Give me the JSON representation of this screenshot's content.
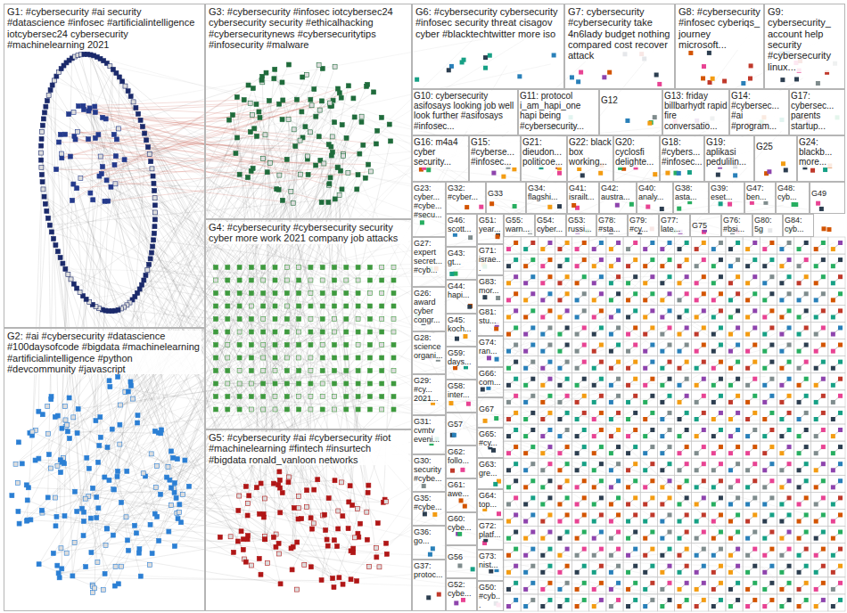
{
  "diagram": {
    "nodes": [
      {
        "text": [
          "G1: #cybersecurity #ai security #datascience #infosec #artificialintelligence iotcybersec24 cybersecurity #machinelearning 2021"
        ]
      },
      {
        "text": [
          "G2: #ai #cybersecurity #datascience #100daysofcode #bigdata #machinelearning #artificialintelligence #python #devcommunity #javascript"
        ]
      },
      {
        "text": [
          "G3: #cybersecurity #infosec iotcybersec24 cybersecurity security #ethicalhacking #cybersecuritynews #cybersecuritytips #infosecurity #malware"
        ]
      },
      {
        "text": [
          "G4: #cybersecurity #cybersecurity security cyber more work 2021 company job attacks"
        ]
      },
      {
        "text": [
          "G5: #cybersecurity #ai #cybersecurity #iot #machinelearning #fintech #insurtech #bigdata ronald_vanloon networks"
        ]
      },
      {
        "text": [
          "G6: #cybersecurity cybersecurity #infosec security threat cisagov cyber #blacktechtwitter more iso"
        ]
      },
      {
        "text": [
          "G7: cybersecurity #cybersecurity take 4n6lady budget nothing compared cost recover attack"
        ]
      },
      {
        "text": [
          "G8: #cybersecurity #infosec cyberiqs_ journey microsoft..."
        ]
      },
      {
        "text": [
          "G9: cybersecurity_ account help security #cybersecurity linux..."
        ]
      },
      {
        "text": [
          "G10: cybersecurity asifosays looking job well look further #asifosays #infosec..."
        ]
      },
      {
        "text": [
          "G11: protocol i_am_hapi_one hapi being #cybersecurity..."
        ]
      },
      {
        "text": [
          "G12"
        ]
      },
      {
        "text": [
          "G13: friday billbarhydt rapid fire conversatio..."
        ]
      },
      {
        "text": [
          "G14: #cybersec... #ai #program..."
        ]
      },
      {
        "text": [
          "G17: cybersec... parents startup..."
        ]
      },
      {
        "text": [
          "G16: m4a4 cyber security..."
        ]
      },
      {
        "text": [
          "G15: #cyberse... #infosec..."
        ]
      },
      {
        "text": [
          "G21: dieudon... politicoe..."
        ]
      },
      {
        "text": [
          "G22: black box working..."
        ]
      },
      {
        "text": [
          "G20: cyclosfi delighte..."
        ]
      },
      {
        "text": [
          "G18: #cybers... #infosec..."
        ]
      },
      {
        "text": [
          "G19: aplikasi pedulilin..."
        ]
      },
      {
        "text": [
          "G25"
        ]
      },
      {
        "text": [
          "G24: blackb... more..."
        ]
      },
      {
        "text": [
          "G23: cyber... #cybe... #secu..."
        ]
      },
      {
        "text": [
          "G32: #cyber..."
        ]
      },
      {
        "text": [
          "G33"
        ]
      },
      {
        "text": [
          "G34: flagshi..."
        ]
      },
      {
        "text": [
          "G41: israilt..."
        ]
      },
      {
        "text": [
          "G42: austra..."
        ]
      },
      {
        "text": [
          "G40: analy..."
        ]
      },
      {
        "text": [
          "G38: asta..."
        ]
      },
      {
        "text": [
          "G39: eset..."
        ]
      },
      {
        "text": [
          "G47: ben..."
        ]
      },
      {
        "text": [
          "G48: cyb..."
        ]
      },
      {
        "text": [
          "G49"
        ]
      },
      {
        "text": [
          "G27: expert secret... #cyb..."
        ]
      },
      {
        "text": [
          "G26: award cyber congr..."
        ]
      },
      {
        "text": [
          "G28: science organi..."
        ]
      },
      {
        "text": [
          "G29: #cy... 2021..."
        ]
      },
      {
        "text": [
          "G31: cvmtv eveni..."
        ]
      },
      {
        "text": [
          "G30: security #cybe..."
        ]
      },
      {
        "text": [
          "G35: #cybe..."
        ]
      },
      {
        "text": [
          "G36: go..."
        ]
      },
      {
        "text": [
          "G37: protoc..."
        ]
      },
      {
        "text": [
          "G46: scott..."
        ]
      },
      {
        "text": [
          "G43: gt..."
        ]
      },
      {
        "text": [
          "G44: hapi..."
        ]
      },
      {
        "text": [
          "G45: koch..."
        ]
      },
      {
        "text": [
          "G59: days..."
        ]
      },
      {
        "text": [
          "G58: inter..."
        ]
      },
      {
        "text": [
          "G57"
        ]
      },
      {
        "text": [
          "G62: follo..."
        ]
      },
      {
        "text": [
          "G61: awe..."
        ]
      },
      {
        "text": [
          "G60: cybe..."
        ]
      },
      {
        "text": [
          "G56"
        ]
      },
      {
        "text": [
          "G52: cybe..."
        ]
      },
      {
        "text": [
          "G51: year..."
        ]
      },
      {
        "text": [
          "G71: israe..."
        ]
      },
      {
        "text": [
          "G83: mor..."
        ]
      },
      {
        "text": [
          "G81: stu..."
        ]
      },
      {
        "text": [
          "G74: ran..."
        ]
      },
      {
        "text": [
          "G66: com..."
        ]
      },
      {
        "text": [
          "G67"
        ]
      },
      {
        "text": [
          "G65: #cy..."
        ]
      },
      {
        "text": [
          "G63: gre..."
        ]
      },
      {
        "text": [
          "G64: top..."
        ]
      },
      {
        "text": [
          "G72: platf..."
        ]
      },
      {
        "text": [
          "G73: nist..."
        ]
      },
      {
        "text": [
          "G50: #cyb..."
        ]
      },
      {
        "text": [
          "G55: warn..."
        ]
      },
      {
        "text": [
          "G54: cyber..."
        ]
      },
      {
        "text": [
          "G53: russi..."
        ]
      },
      {
        "text": [
          "G78: #sta..."
        ]
      },
      {
        "text": [
          "G79: #cy..."
        ]
      },
      {
        "text": [
          "G77: late..."
        ]
      },
      {
        "text": [
          "G75"
        ]
      },
      {
        "text": [
          "G76: #bsi..."
        ]
      },
      {
        "text": [
          "G80: 5g"
        ]
      },
      {
        "text": [
          "G84: cyb..."
        ]
      }
    ]
  }
}
